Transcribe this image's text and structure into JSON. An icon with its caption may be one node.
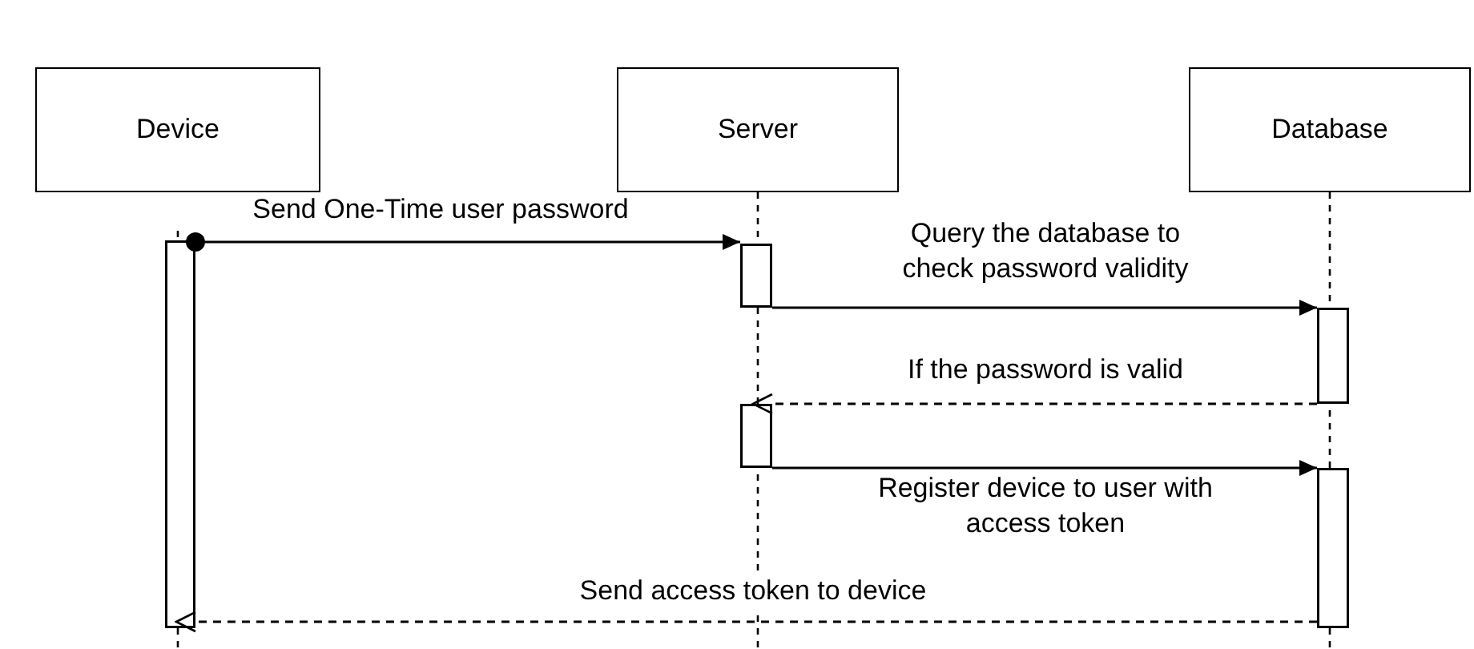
{
  "diagram": {
    "nodes": [
      {
        "text": [
          "Device"
        ]
      },
      {
        "text": [
          "Server"
        ]
      },
      {
        "text": [
          "Database"
        ]
      },
      {
        "text": [],
        "shape": "bar"
      },
      {
        "text": [],
        "shape": "bar"
      },
      {
        "text": [],
        "shape": "bar"
      },
      {
        "text": [],
        "shape": "bar"
      },
      {
        "text": [],
        "shape": "bar"
      }
    ],
    "edges": [
      {
        "from": 3,
        "to": 4,
        "arrow": "to",
        "label": "Send One-Time user password"
      },
      {
        "from": 4,
        "to": 5,
        "arrow": "to",
        "label": "Query the database to check password validity"
      },
      {
        "from": 5,
        "to": 6,
        "arrow": "to",
        "style": "dashed",
        "label": "If the password is valid"
      },
      {
        "from": 6,
        "to": 7,
        "arrow": "to",
        "label": "Register device to user with access token"
      },
      {
        "from": 7,
        "to": 3,
        "arrow": "to",
        "style": "dashed",
        "label": "Send access token to device"
      }
    ]
  }
}
